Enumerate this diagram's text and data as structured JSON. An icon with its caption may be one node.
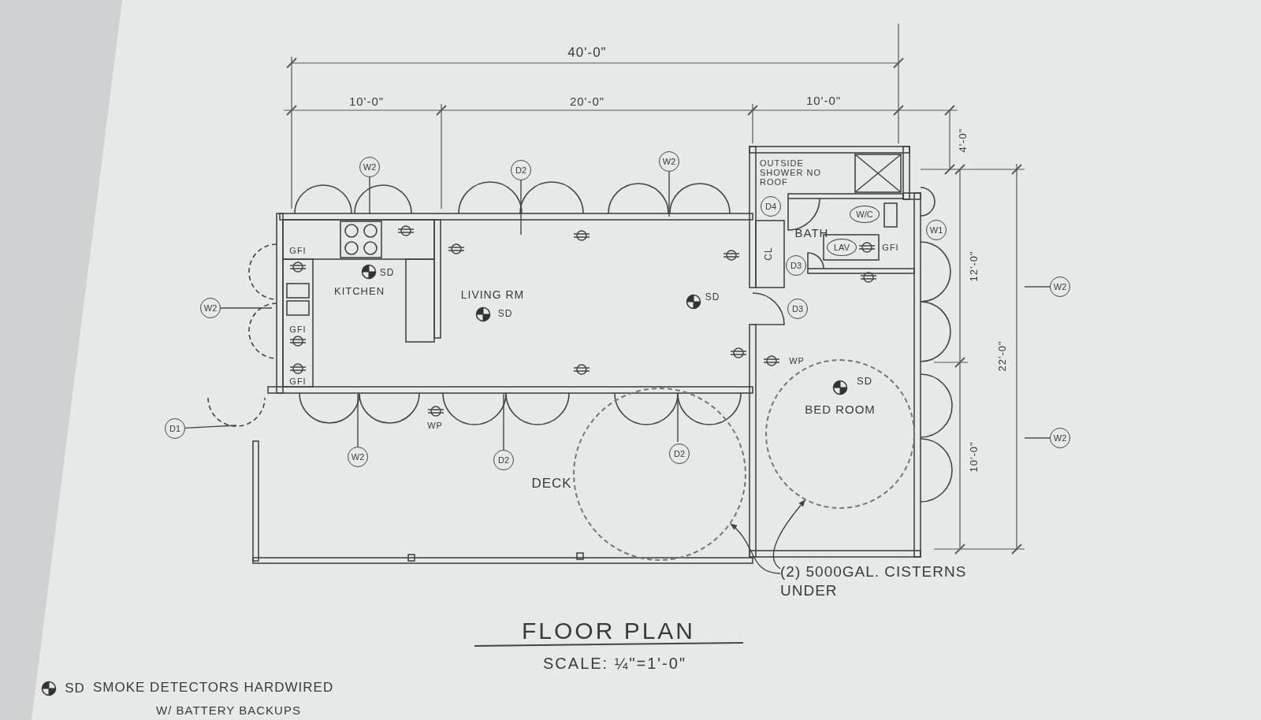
{
  "diagram": {
    "title": "FLOOR PLAN",
    "caption": "SCALE: ¼\"=1'-0\"",
    "nodes": [
      {
        "text": [
          "W2"
        ]
      },
      {
        "text": [
          "D2"
        ]
      },
      {
        "text": [
          "W2"
        ]
      },
      {
        "text": [
          "D4"
        ]
      },
      {
        "text": [
          "W/C"
        ]
      },
      {
        "text": [
          "W1"
        ]
      },
      {
        "text": [
          "LAV"
        ]
      },
      {
        "text": [
          "D3"
        ]
      },
      {
        "text": [
          "W2"
        ]
      },
      {
        "text": [
          "W2"
        ]
      },
      {
        "text": [
          "D3"
        ]
      },
      {
        "text": [],
        "shape": "circle"
      },
      {
        "text": [],
        "shape": "circle"
      },
      {
        "text": [
          "D1"
        ]
      },
      {
        "text": [
          "W2"
        ]
      },
      {
        "text": [
          "D2"
        ]
      },
      {
        "text": [
          "D2"
        ],
        "in": 11
      },
      {
        "text": [
          "W2"
        ]
      },
      {
        "text": [
          "(2) 5000GAL. CISTERNS UNDER"
        ]
      }
    ],
    "edges": [
      {
        "from": 0,
        "to": null,
        "arrow": "none"
      },
      {
        "from": 1,
        "to": null,
        "arrow": "none"
      },
      {
        "from": 2,
        "to": null,
        "arrow": "none"
      },
      {
        "from": 8,
        "to": null,
        "arrow": "none"
      },
      {
        "from": 9,
        "to": null,
        "arrow": "none"
      },
      {
        "from": 13,
        "to": null,
        "arrow": "none"
      },
      {
        "from": 14,
        "to": null,
        "arrow": "none"
      },
      {
        "from": 15,
        "to": null,
        "arrow": "none"
      },
      {
        "from": 16,
        "to": null,
        "arrow": "none"
      },
      {
        "from": 17,
        "to": null,
        "arrow": "none"
      },
      {
        "from": 18,
        "to": 11,
        "arrow": "to"
      },
      {
        "from": 18,
        "to": 12,
        "arrow": "to"
      }
    ],
    "labels": [
      "40'-0\"",
      "10'-0\"",
      "20'-0\"",
      "10'-0\"",
      "4'-0\"",
      "OUTSIDE SHOWER NO ROOF",
      "BATH",
      "GFI",
      "SD",
      "GFI",
      "CL",
      "12'-0\"",
      "22'-0\"",
      "KITCHEN",
      "LIVING RM",
      "SD",
      "SD",
      "GFI",
      "WP",
      "SD",
      "BED ROOM",
      "GFI",
      "WP",
      "10'-0\"",
      "DECK",
      "SD",
      "W/ BATTERY BACKUPS"
    ],
    "legend": [
      {
        "text": "SMOKE DETECTORS HARDWIRED"
      }
    ]
  }
}
